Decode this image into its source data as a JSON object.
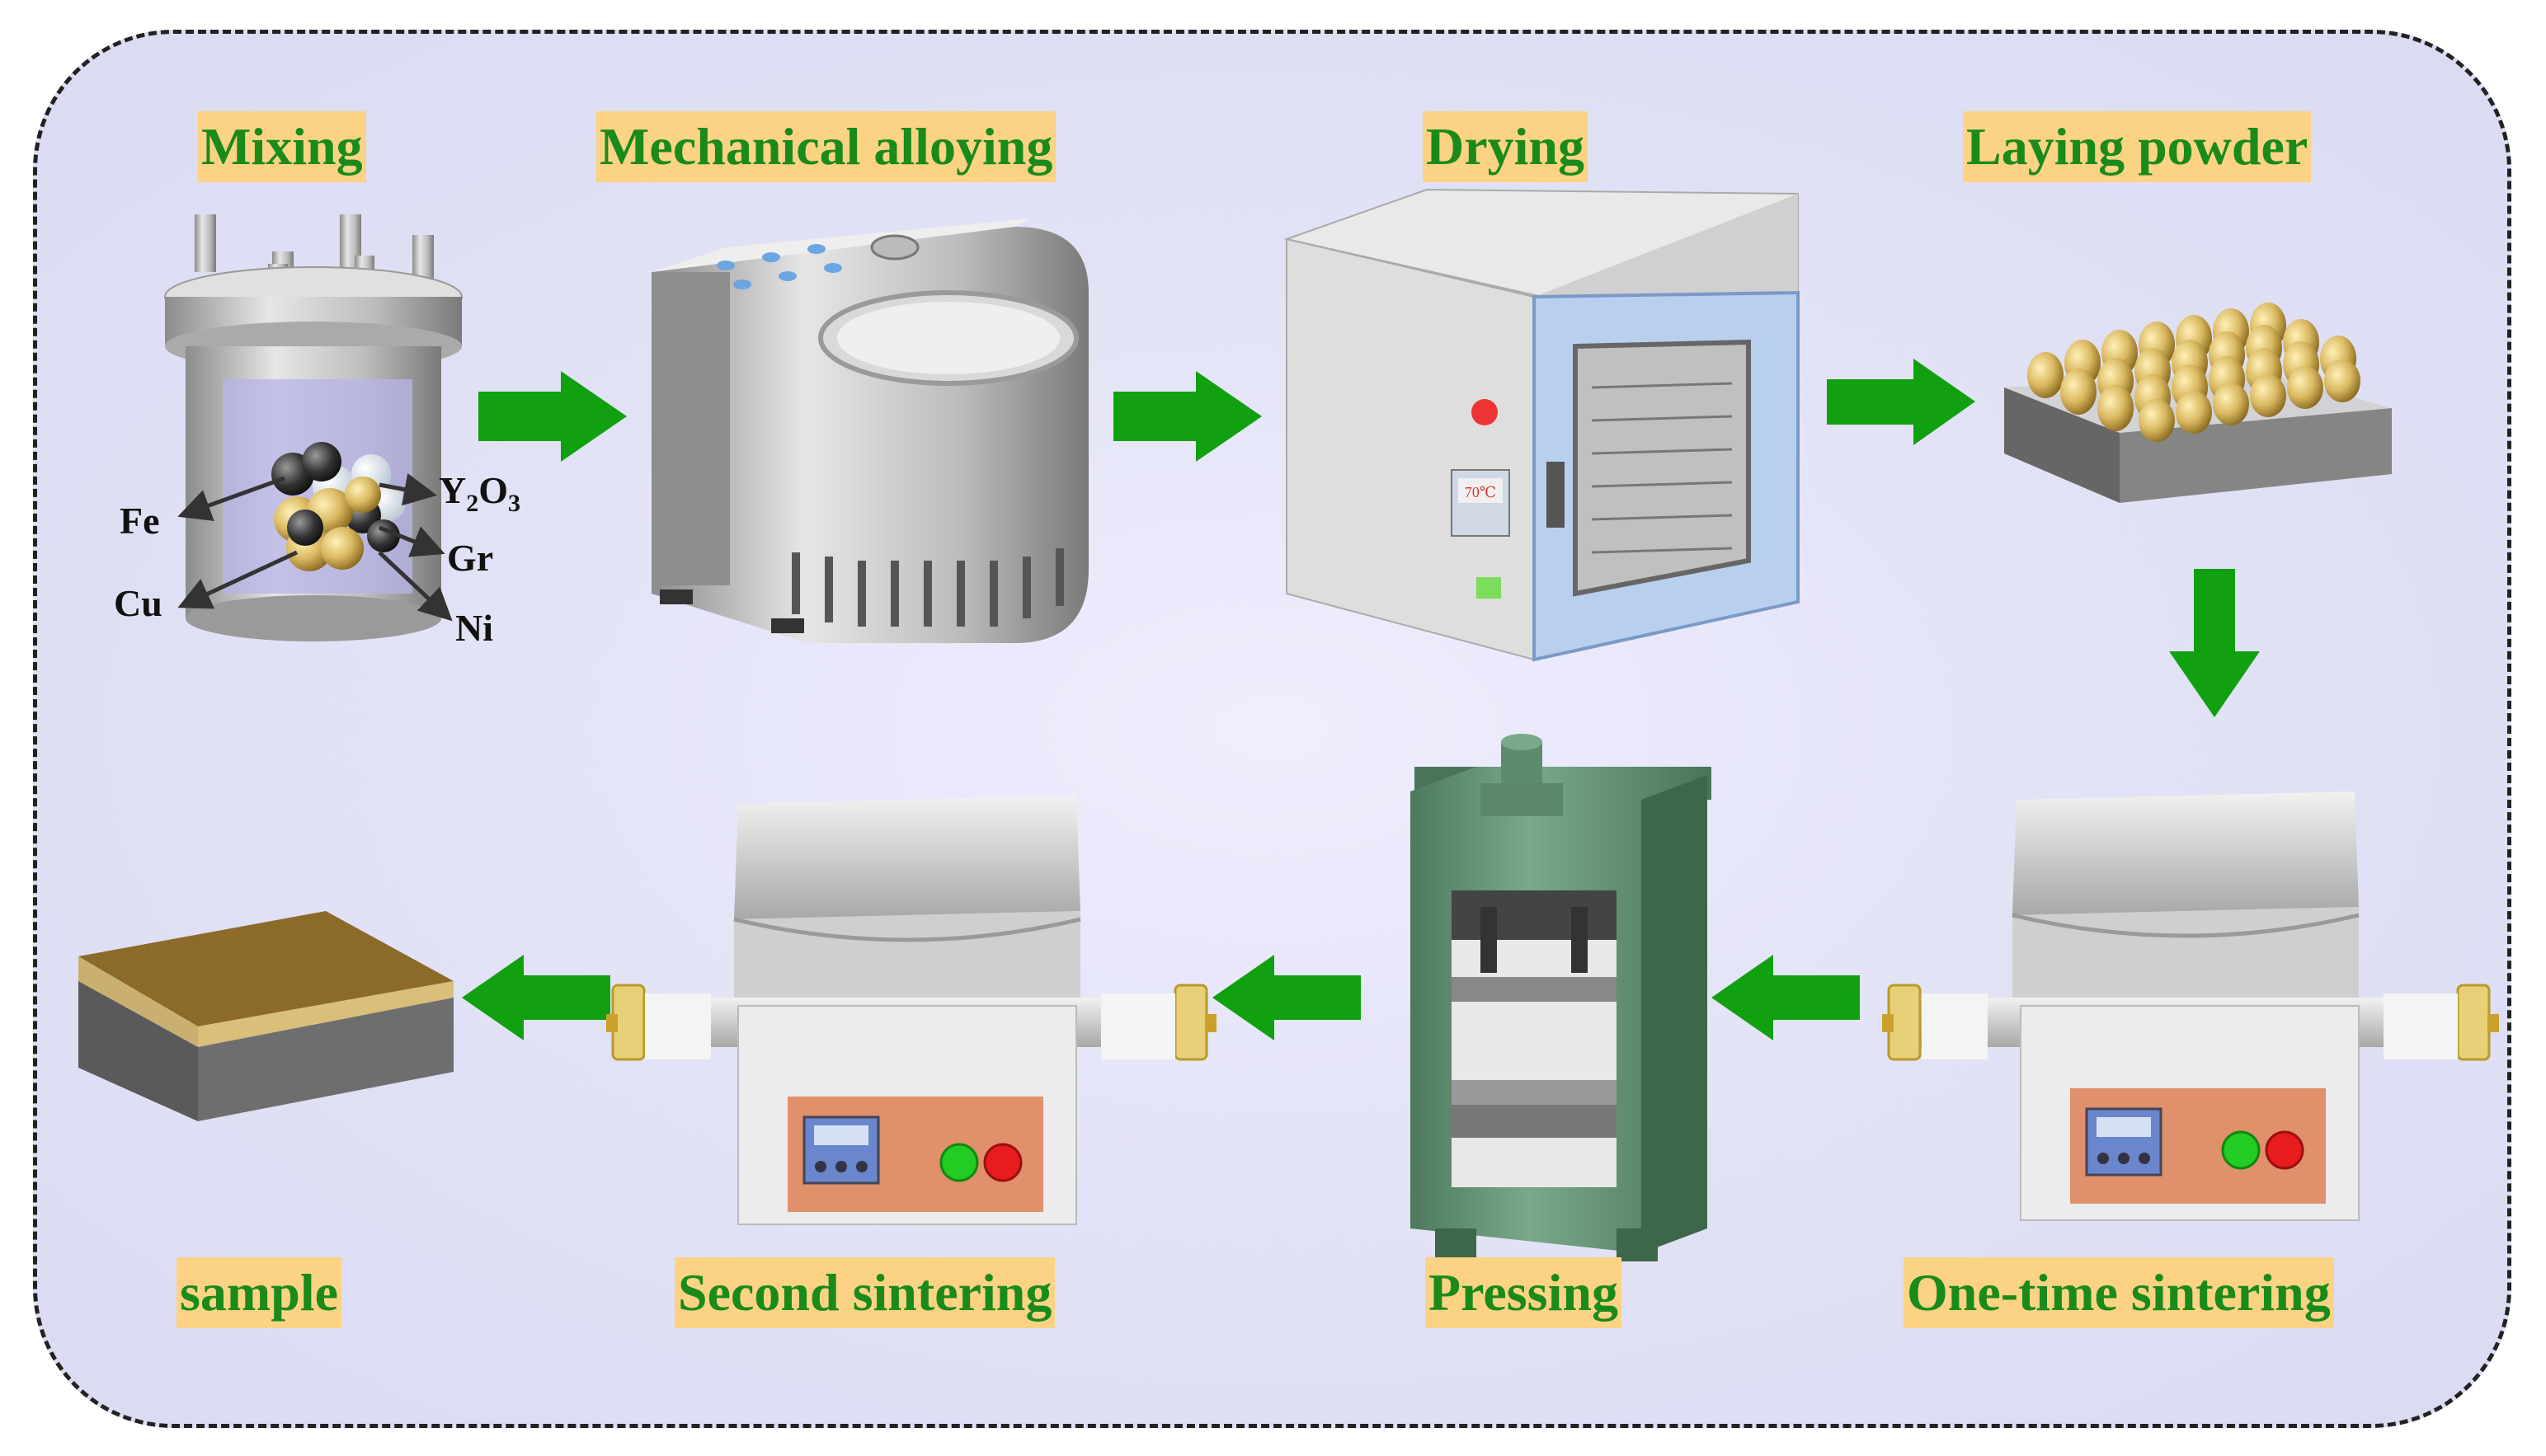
{
  "stages": {
    "mixing": "Mixing",
    "mechanical_alloying": "Mechanical alloying",
    "drying": "Drying",
    "laying_powder": "Laying powder",
    "one_time_sintering": "One-time sintering",
    "pressing": "Pressing",
    "second_sintering": "Second sintering",
    "sample": "sample"
  },
  "elements": {
    "fe": "Fe",
    "cu": "Cu",
    "y": "Y",
    "y_sub": "2",
    "o": "O",
    "o_sub": "3",
    "gr": "Gr",
    "ni": "Ni"
  },
  "oven_display": "70℃",
  "colors": {
    "arrow": "#10a010",
    "label_bg": "#fcd384",
    "label_text": "#1a8a1a",
    "press": "#5f8f6f",
    "powder_gold": "#d9b860"
  }
}
